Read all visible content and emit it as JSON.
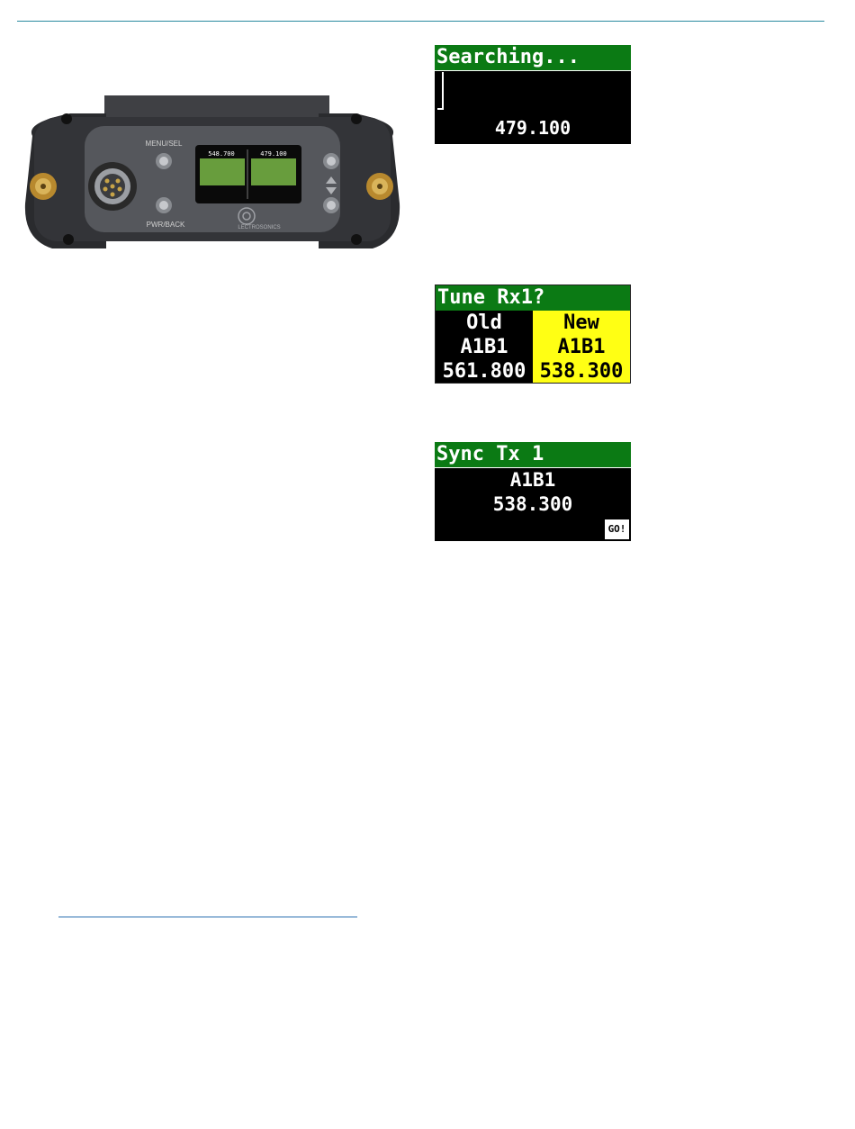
{
  "device": {
    "menu_label": "MENU/SEL",
    "pwr_label": "PWR/BACK",
    "brand": "LECTROSONICS",
    "screen_freq_left": "548.700",
    "screen_freq_right": "479.100"
  },
  "screens": {
    "searching": {
      "title": "Searching...",
      "freq": "479.100"
    },
    "tune": {
      "title": "Tune Rx1?",
      "old": {
        "header": "Old",
        "block": "A1B1",
        "freq": "561.800"
      },
      "new": {
        "header": "New",
        "block": "A1B1",
        "freq": "538.300"
      }
    },
    "sync": {
      "title": "Sync Tx 1",
      "block": "A1B1",
      "freq": "538.300",
      "go_label": "GO!"
    }
  },
  "colors": {
    "lcd_header_green": "#0b7a14",
    "lcd_highlight_yellow": "#ffff14",
    "rule": "#2a8aa0"
  }
}
